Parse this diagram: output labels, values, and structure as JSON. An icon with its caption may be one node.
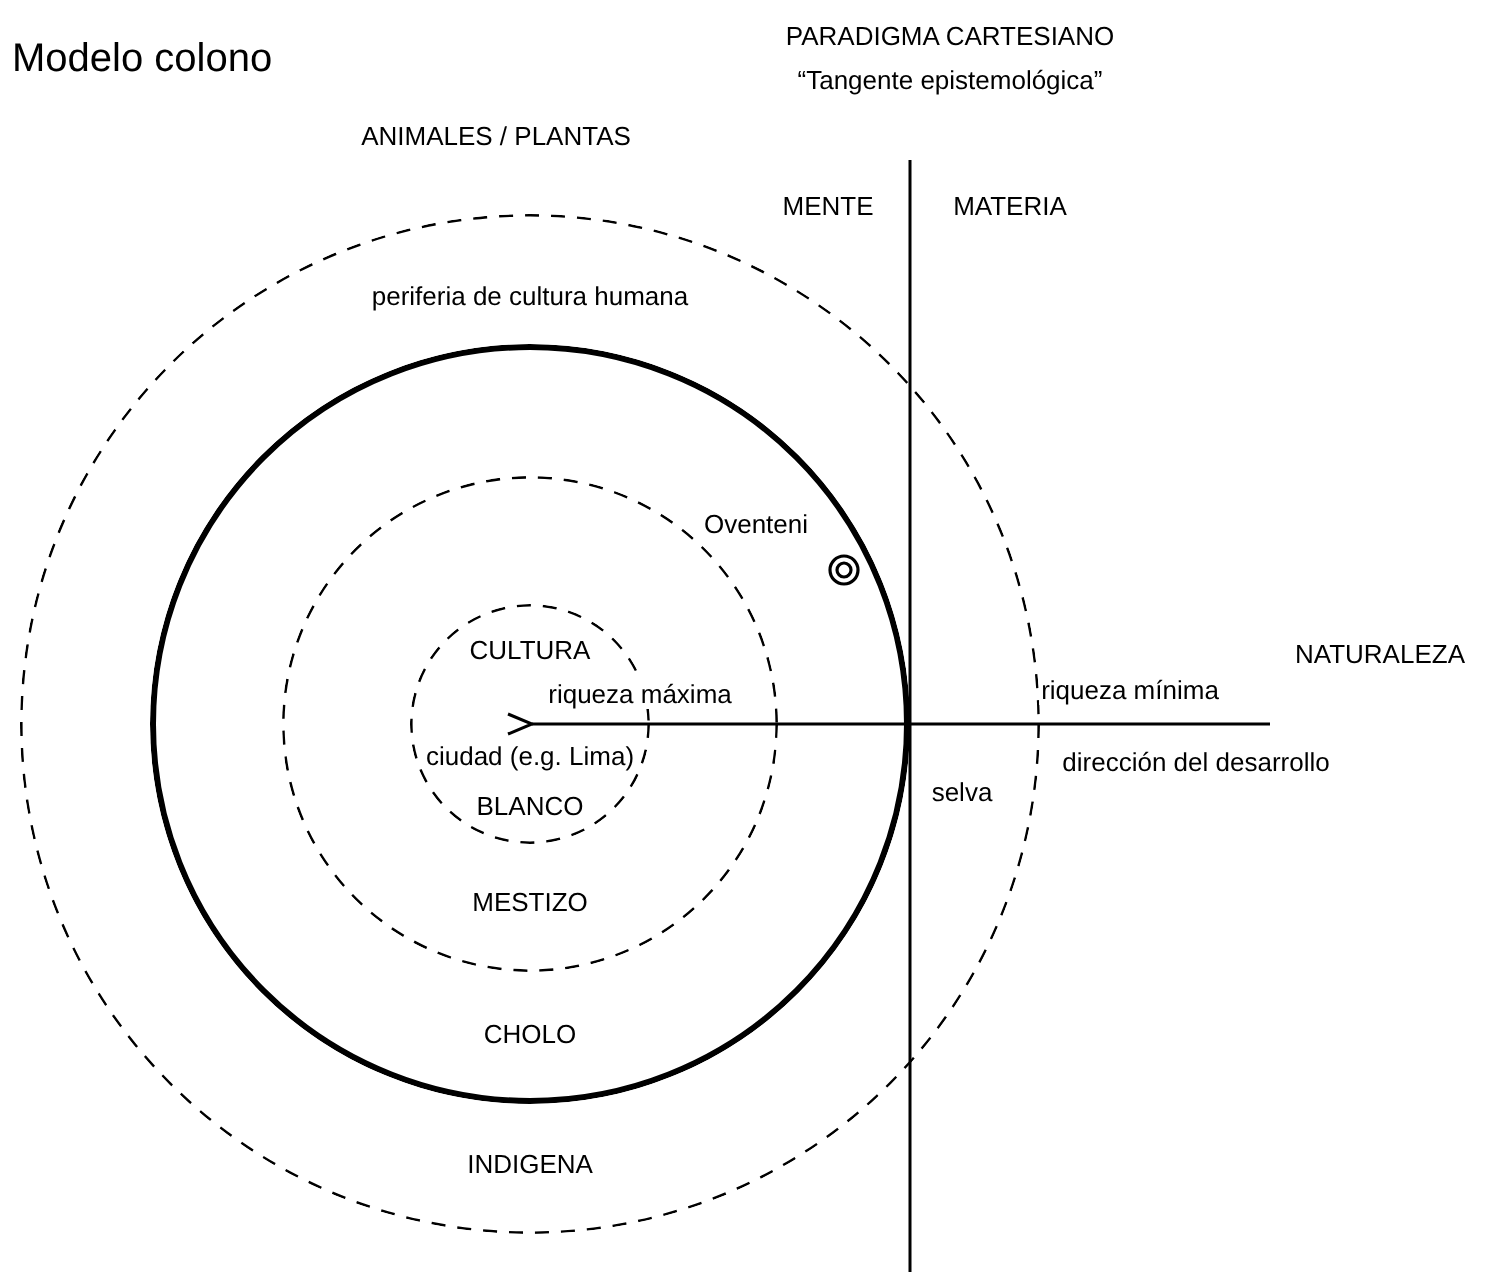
{
  "diagram": {
    "title": "Modelo colono",
    "nodes": [
      {
        "text": [
          "periferia de cultura humana",
          "INDIGENA"
        ]
      },
      {
        "text": [
          "CHOLO"
        ],
        "in": 0
      },
      {
        "text": [
          "Oventeni"
        ],
        "in": 1
      },
      {
        "text": [
          "MESTIZO"
        ],
        "in": 1
      },
      {
        "text": [
          "CULTURA",
          "ciudad (e.g. Lima)",
          "BLANCO"
        ],
        "in": 3
      }
    ],
    "edges": [],
    "labels": [
      "PARADIGMA CARTESIANO",
      "“Tangente epistemológica”",
      "ANIMALES / PLANTAS",
      "MENTE",
      "MATERIA",
      "NATURALEZA",
      "riqueza máxima",
      "riqueza mínima",
      "dirección del desarrollo",
      "selva"
    ]
  }
}
